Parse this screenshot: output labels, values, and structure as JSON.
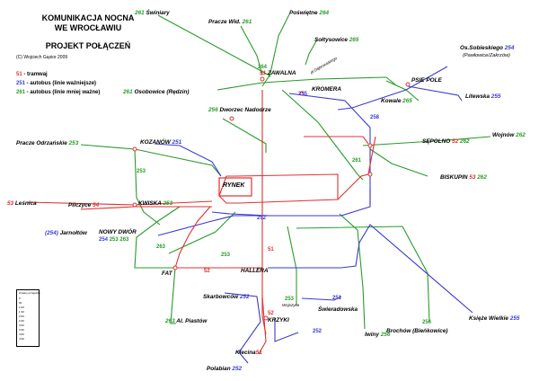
{
  "header": {
    "title_line1": "KOMUNIKACJA NOCNA",
    "title_line2": "WE WROCŁAWIU",
    "title_line3": "PROJEKT POŁĄCZEŃ",
    "copyright": "(C) Wojciech Gąsior 2009"
  },
  "legend": {
    "tram": {
      "num": "51",
      "text": " - tramwaj"
    },
    "bus_major": {
      "num": "251",
      "text": " - autobus (linie ważniejsze)"
    },
    "bus_minor": {
      "num": "261",
      "text": " - autobus (linie mniej ważne)"
    }
  },
  "colors": {
    "tram": "#e03030",
    "bus_major": "#3a3ad0",
    "bus_minor": "#2a9a2a",
    "station": "#e03030"
  },
  "stations": {
    "swiniary": "Świniary",
    "praczewid": "Pracze Wid.",
    "poswietne": "Poświętne",
    "soltysowice": "Sołtysowice",
    "zawalna": "ZAWALNA",
    "osobowice": "Osobowice (Rędzin)",
    "pdabrowskiego": "pl.Dąbrowskiego",
    "kromera": "KROMERA",
    "psiepole": "PSIE POLE",
    "kowale": "Kowale",
    "osobieskiego": "Os.Sobieskiego",
    "pawlowice": "(Pawłowice/Zakrzów)",
    "litewska": "Litewska",
    "dworzec": "Dworzec Nadodrze",
    "wojnow": "Wojnów",
    "praczeodrz": "Pracze Odrzańskie",
    "kozanow": "KOZANÓW",
    "sepolno": "SĘPOLNO",
    "biskupin": "BISKUPIN",
    "rynek": "RYNEK",
    "lesnica": "Leśnica",
    "pilczyce": "Pilczyce",
    "kwiska": "KWISKA",
    "jarnoltow": "Jarnołtów",
    "nowydwor": "NOWY DWÓR",
    "fat": "FAT",
    "hallera": "HALLERA",
    "skarbowcow": "Skarbowców",
    "swieradowska": "Świeradowska",
    "al_piastow": "Al. Piastów",
    "wojszyce": "Wojszyce",
    "krzyki": "KRZYKI",
    "brochow": "Brochów (Bieńkowice)",
    "iwiny": "Iwiny",
    "ksiezewielkie": "Księże Wielkie",
    "klecina": "Klecina",
    "polabian": "Polabian"
  },
  "line_numbers": {
    "n261a": "261",
    "n261b": "261",
    "n264a": "264",
    "n265a": "265",
    "n264b": "264",
    "n51a": "51",
    "n261c": "261",
    "n255": "255",
    "n254": "254",
    "n258": "258",
    "n265b": "265",
    "n255b": "255",
    "n256": "256",
    "n262": "262",
    "n253a": "253",
    "n251": "251",
    "n52a": "52",
    "n262b": "262",
    "n53": "53",
    "n262c": "262",
    "n53b": "53",
    "n54": "54",
    "n254b": "(254)",
    "n253b": "253",
    "n253c": "253",
    "n254c": "254",
    "n253d": "253",
    "n263": "263",
    "n263b": "263",
    "n252": "252",
    "n52b": "52",
    "n51b": "51",
    "n263c": "263",
    "n252b": "252",
    "n253e": "253",
    "n252c": "252",
    "n251b": "251",
    "n52c": "52",
    "n256b": "256",
    "n256c": "256",
    "n255c": "255",
    "n51c": "51",
    "n252d": "252",
    "n253f": "253",
    "n261d": "261"
  },
  "schedule_box": {
    "title": "Zmiany przejazdu",
    "rows": [
      "0",
      "30",
      "1:00",
      "1:30",
      "2:00",
      "2:30",
      "3:00",
      "3:30",
      "4:00",
      "4:30"
    ]
  }
}
